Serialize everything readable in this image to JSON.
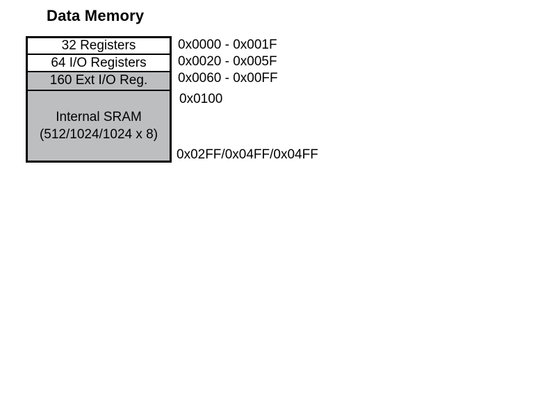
{
  "title": "Data Memory",
  "regions": [
    {
      "label": "32 Registers",
      "address": "0x0000 - 0x001F"
    },
    {
      "label": "64 I/O Registers",
      "address": "0x0020 - 0x005F"
    },
    {
      "label": "160 Ext I/O Reg.",
      "address": "0x0060 - 0x00FF"
    }
  ],
  "sram": {
    "label_line1": "Internal SRAM",
    "label_line2": "(512/1024/1024 x 8)",
    "start_address": "0x0100",
    "end_address": "0x02FF/0x04FF/0x04FF"
  },
  "colors": {
    "register_fill": "#ffffff",
    "ext_io_fill": "#bdbec0",
    "sram_fill": "#bdbec0",
    "border": "#000000"
  }
}
